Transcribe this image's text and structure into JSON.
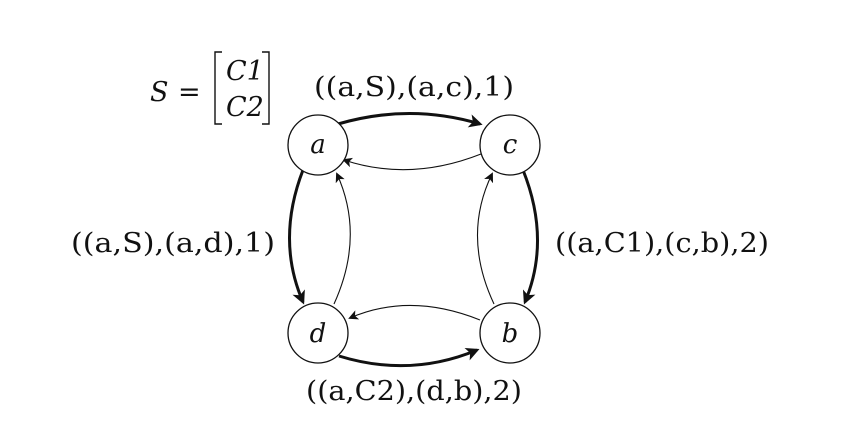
{
  "matrix": {
    "name": "S",
    "equals": "=",
    "rows": [
      "C1",
      "C2"
    ]
  },
  "nodes": [
    {
      "id": "a",
      "label": "a"
    },
    {
      "id": "c",
      "label": "c"
    },
    {
      "id": "d",
      "label": "d"
    },
    {
      "id": "b",
      "label": "b"
    }
  ],
  "edges": [
    {
      "from": "a",
      "to": "c",
      "bold": true,
      "label": "((a,S),(a,c),1)"
    },
    {
      "from": "c",
      "to": "a",
      "bold": false,
      "label": ""
    },
    {
      "from": "a",
      "to": "d",
      "bold": true,
      "label": "((a,S),(a,d),1)"
    },
    {
      "from": "d",
      "to": "a",
      "bold": false,
      "label": ""
    },
    {
      "from": "c",
      "to": "b",
      "bold": true,
      "label": "((a,C1),(c,b),2)"
    },
    {
      "from": "b",
      "to": "c",
      "bold": false,
      "label": ""
    },
    {
      "from": "d",
      "to": "b",
      "bold": true,
      "label": "((a,C2),(d,b),2)"
    },
    {
      "from": "b",
      "to": "d",
      "bold": false,
      "label": ""
    }
  ]
}
